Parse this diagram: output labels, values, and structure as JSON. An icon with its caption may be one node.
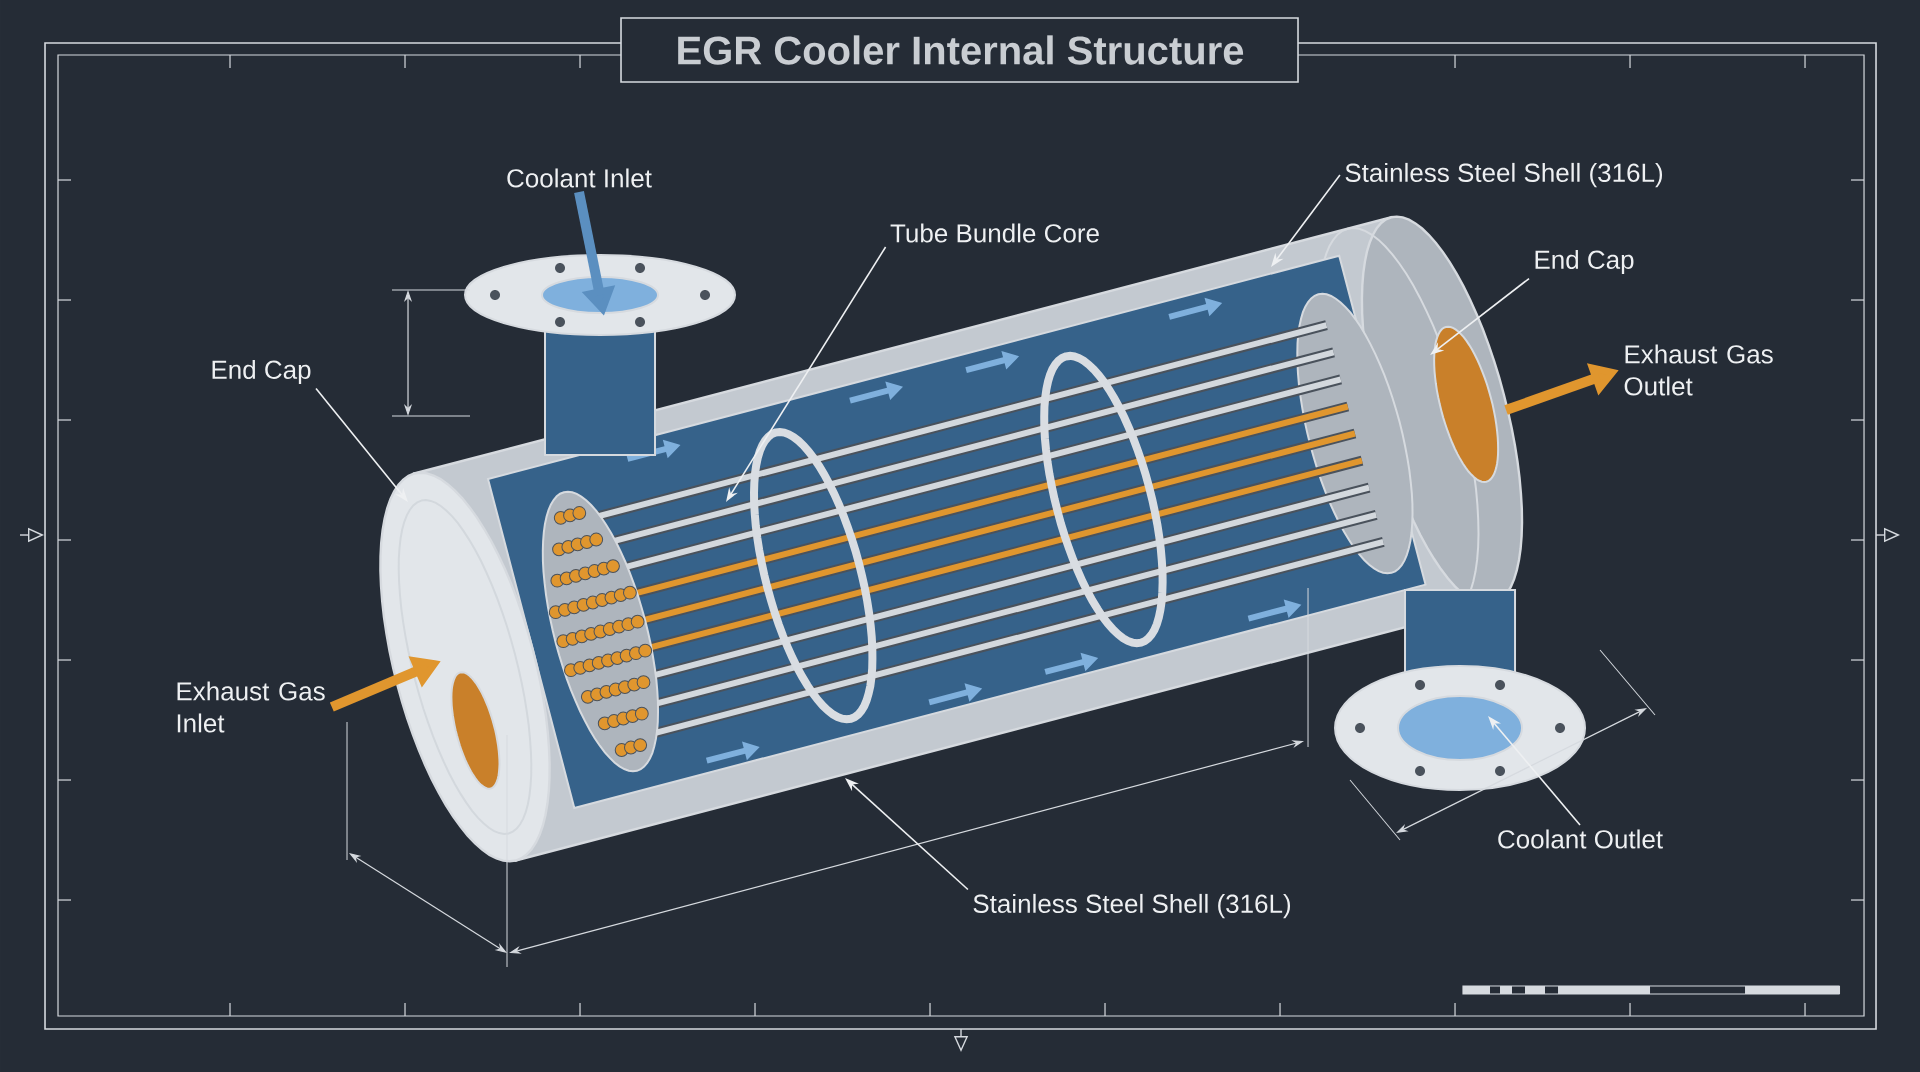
{
  "diagram": {
    "title": "EGR Cooler Internal Structure",
    "nodes": [
      {
        "text": [
          "Coolant Inlet"
        ]
      },
      {
        "text": [
          "Tube Bundle Core"
        ]
      },
      {
        "text": [
          "Stainless Steel Shell (316L)"
        ]
      },
      {
        "text": [
          "End Cap"
        ]
      },
      {
        "text": [
          "Exhaust Gas Outlet"
        ]
      },
      {
        "text": [
          "End Cap"
        ]
      },
      {
        "text": [
          "Exhaust Gas Inlet"
        ]
      },
      {
        "text": [
          "Coolant Outlet"
        ]
      },
      {
        "text": [
          "Stainless Steel Shell (316L)"
        ]
      }
    ],
    "edges": [
      {
        "from": 0,
        "to": null,
        "arrow": "to",
        "style": "thick",
        "color": "#5b8fc0"
      },
      {
        "from": 1,
        "to": null,
        "arrow": "to"
      },
      {
        "from": 2,
        "to": null,
        "arrow": "to"
      },
      {
        "from": 3,
        "to": null,
        "arrow": "to"
      },
      {
        "from": null,
        "to": 4,
        "arrow": "to",
        "style": "thick",
        "color": "#e0962e"
      },
      {
        "from": 5,
        "to": null,
        "arrow": "to"
      },
      {
        "from": 6,
        "to": null,
        "arrow": "to",
        "style": "thick",
        "color": "#e0962e"
      },
      {
        "from": 7,
        "to": null,
        "arrow": "to"
      },
      {
        "from": 8,
        "to": null,
        "arrow": "to"
      }
    ]
  }
}
